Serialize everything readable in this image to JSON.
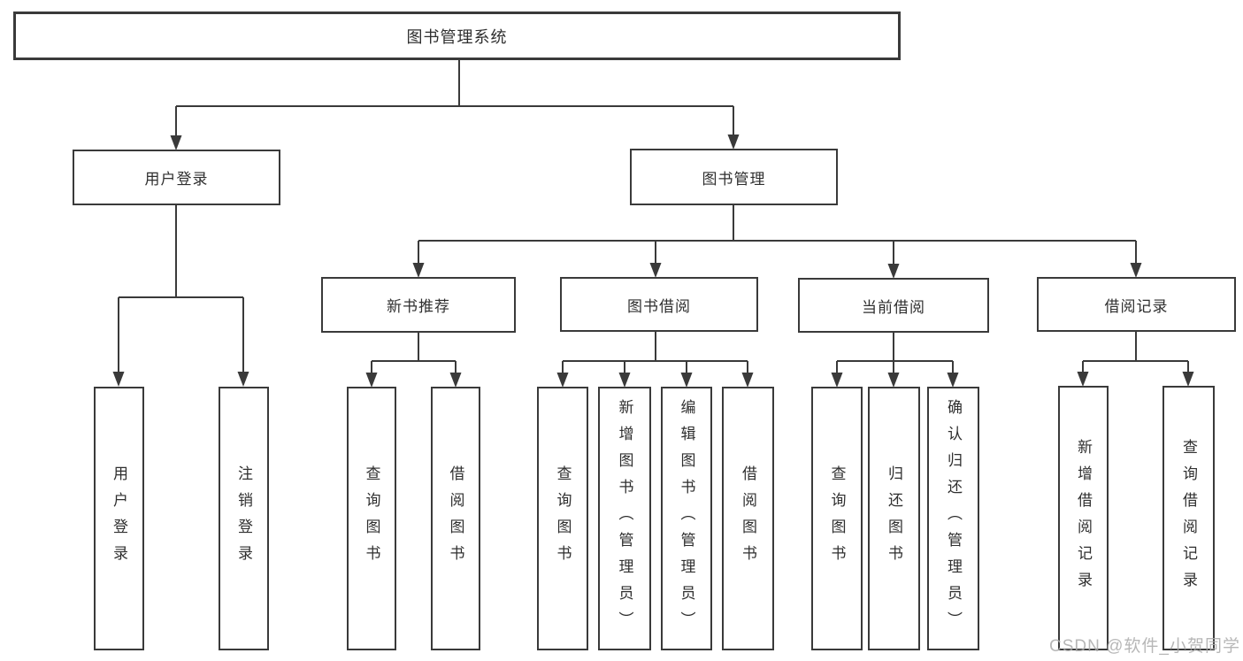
{
  "diagram": {
    "root": {
      "label": "图书管理系统"
    },
    "level1": [
      {
        "label": "用户登录"
      },
      {
        "label": "图书管理"
      }
    ],
    "level2": [
      {
        "label": "新书推荐"
      },
      {
        "label": "图书借阅"
      },
      {
        "label": "当前借阅"
      },
      {
        "label": "借阅记录"
      }
    ],
    "leaves": {
      "user_login": [
        "用户登录",
        "注销登录"
      ],
      "new_book": [
        "查询图书",
        "借阅图书"
      ],
      "book_borrow": [
        "查询图书",
        "新增图书（管理员）",
        "编辑图书（管理员）",
        "借阅图书"
      ],
      "current_borrow": [
        "查询图书",
        "归还图书",
        "确认归还（管理员）"
      ],
      "borrow_record": [
        "新增借阅记录",
        "查询借阅记录"
      ]
    }
  },
  "watermark": {
    "text": "CSDN @软件_小贺同学"
  },
  "colors": {
    "line": "#3a3a3a",
    "text": "#2f2f2f",
    "watermark": "#ababab"
  }
}
